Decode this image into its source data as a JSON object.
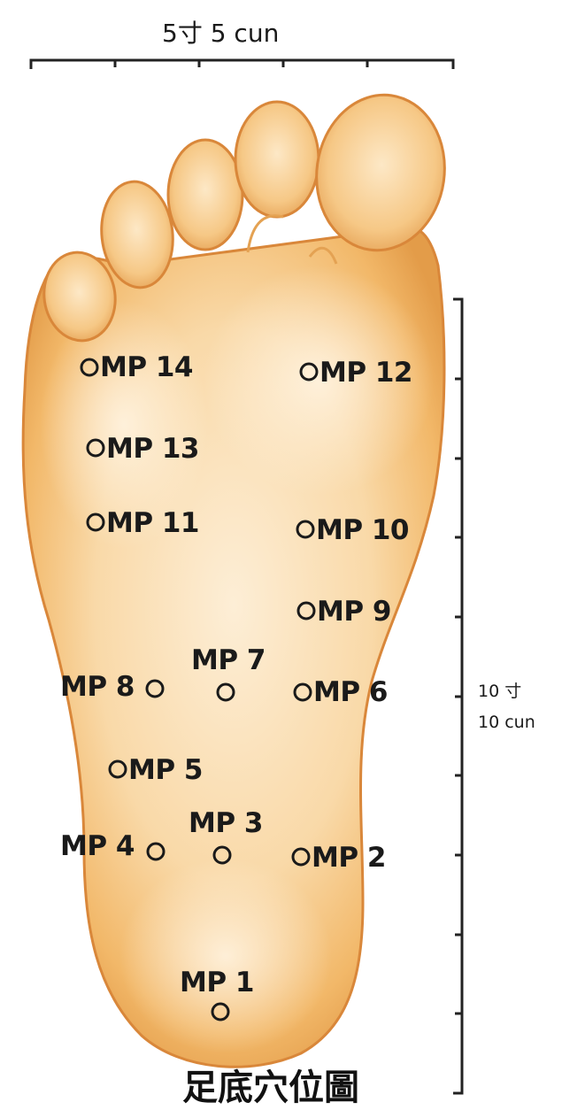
{
  "top_scale": {
    "label": "5寸 5 cun",
    "divisions": 5
  },
  "side_scale": {
    "label_line1": "10 寸",
    "label_line2": "10 cun",
    "divisions": 10
  },
  "caption": "足底穴位圖",
  "colors": {
    "skin_light": "#fbe3c0",
    "skin_mid": "#f5c27f",
    "skin_edge": "#d98a3a",
    "outline": "#c77a2e",
    "ink": "#1a1a1a"
  },
  "points": [
    {
      "id": "MP1",
      "label": "MP 1"
    },
    {
      "id": "MP2",
      "label": "MP 2"
    },
    {
      "id": "MP3",
      "label": "MP 3"
    },
    {
      "id": "MP4",
      "label": "MP 4"
    },
    {
      "id": "MP5",
      "label": "MP 5"
    },
    {
      "id": "MP6",
      "label": "MP 6"
    },
    {
      "id": "MP7",
      "label": "MP 7"
    },
    {
      "id": "MP8",
      "label": "MP 8"
    },
    {
      "id": "MP9",
      "label": "MP 9"
    },
    {
      "id": "MP10",
      "label": "MP 10"
    },
    {
      "id": "MP11",
      "label": "MP 11"
    },
    {
      "id": "MP12",
      "label": "MP 12"
    },
    {
      "id": "MP13",
      "label": "MP 13"
    },
    {
      "id": "MP14",
      "label": "MP 14"
    }
  ]
}
